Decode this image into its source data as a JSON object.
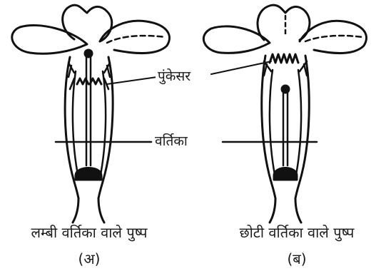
{
  "labels": {
    "stamen": "पुंकेसर",
    "style": "वर्तिका"
  },
  "flowers": [
    {
      "caption": "लम्बी वर्तिका वाले पुष्प",
      "marker": "(अ)"
    },
    {
      "caption": "छोटी वर्तिका वाले पुष्प",
      "marker": "(ब)"
    }
  ]
}
